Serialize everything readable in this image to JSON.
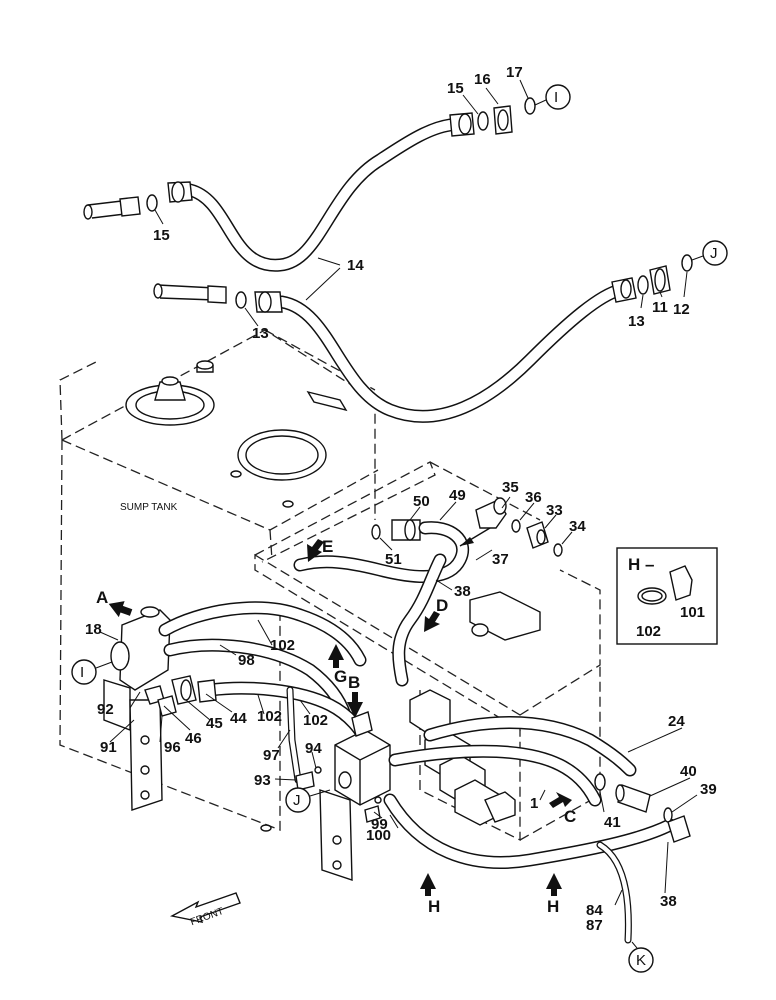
{
  "diagram": {
    "tank_label": "SUMP TANK",
    "front_label": "FRONT",
    "inset": {
      "title": "H –",
      "parts": [
        "101",
        "102"
      ]
    },
    "view_arrows": [
      "A",
      "B",
      "C",
      "D",
      "E",
      "G",
      "H",
      "H"
    ],
    "ref_circles": [
      "I",
      "J",
      "I",
      "J",
      "K"
    ],
    "part_numbers": {
      "p1": "1",
      "p11": "11",
      "p12": "12",
      "p13a": "13",
      "p13b": "13",
      "p14": "14",
      "p15a": "15",
      "p15b": "15",
      "p16": "16",
      "p17": "17",
      "p18": "18",
      "p24": "24",
      "p33": "33",
      "p34": "34",
      "p35": "35",
      "p36": "36",
      "p37": "37",
      "p38a": "38",
      "p38b": "38",
      "p39": "39",
      "p40": "40",
      "p41": "41",
      "p44": "44",
      "p45": "45",
      "p46": "46",
      "p49": "49",
      "p50": "50",
      "p51": "51",
      "p84_87": "84\n87",
      "p91": "91",
      "p92": "92",
      "p93": "93",
      "p94": "94",
      "p96": "96",
      "p97": "97",
      "p98": "98",
      "p99": "99",
      "p100": "100",
      "p102a": "102",
      "p102b": "102",
      "p102c": "102"
    }
  }
}
